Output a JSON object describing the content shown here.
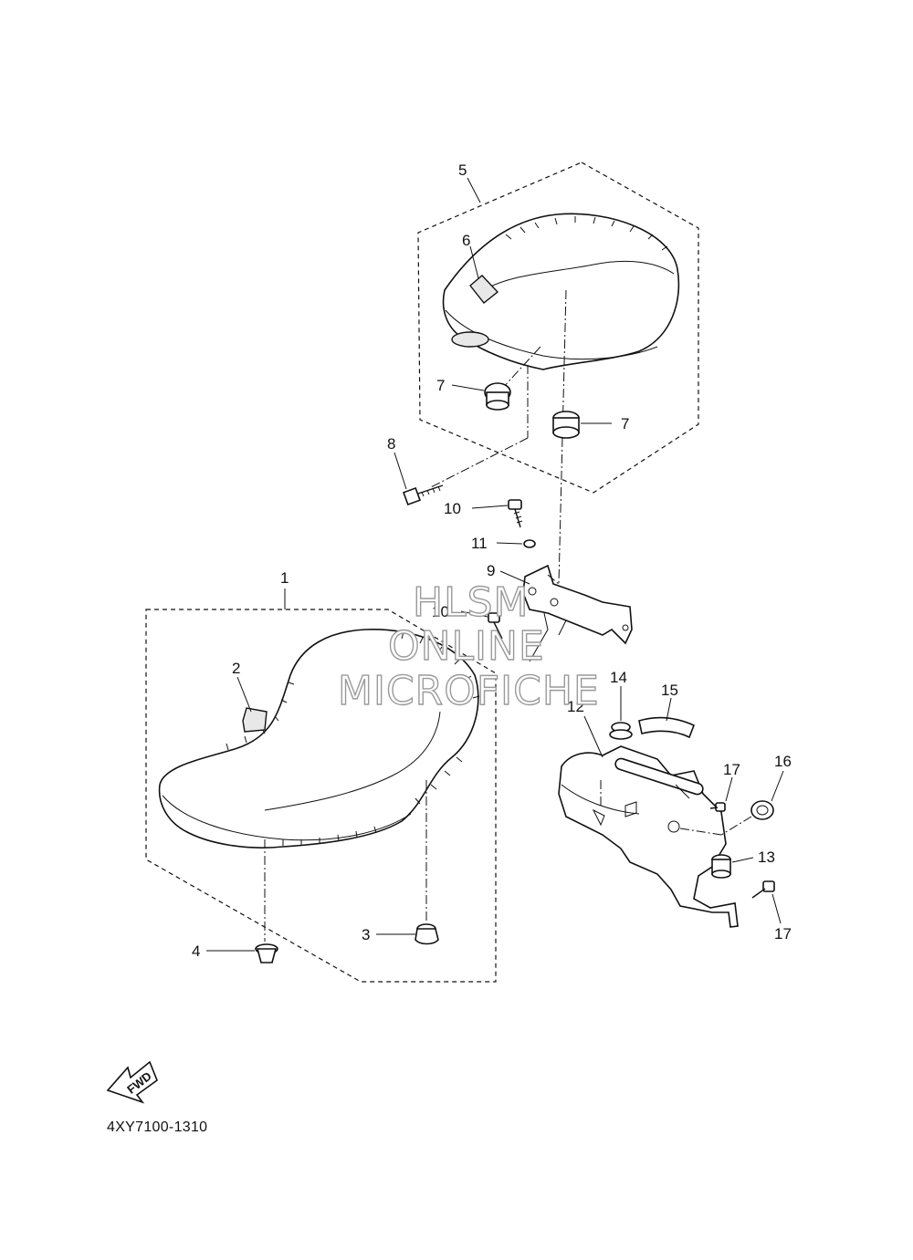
{
  "callouts": {
    "c1": "1",
    "c2": "2",
    "c3": "3",
    "c4": "4",
    "c5": "5",
    "c6": "6",
    "c7a": "7",
    "c7b": "7",
    "c8": "8",
    "c9": "9",
    "c10a": "10",
    "c10b": "10",
    "c11": "11",
    "c12": "12",
    "c13": "13",
    "c14": "14",
    "c15": "15",
    "c16": "16",
    "c17a": "17",
    "c17b": "17"
  },
  "watermark": {
    "line1": "HLSM",
    "line2": "ONLINE",
    "line3": "MICROFICHE"
  },
  "fwd_label": "FWD",
  "diagram_code": "4XY7100-1310"
}
